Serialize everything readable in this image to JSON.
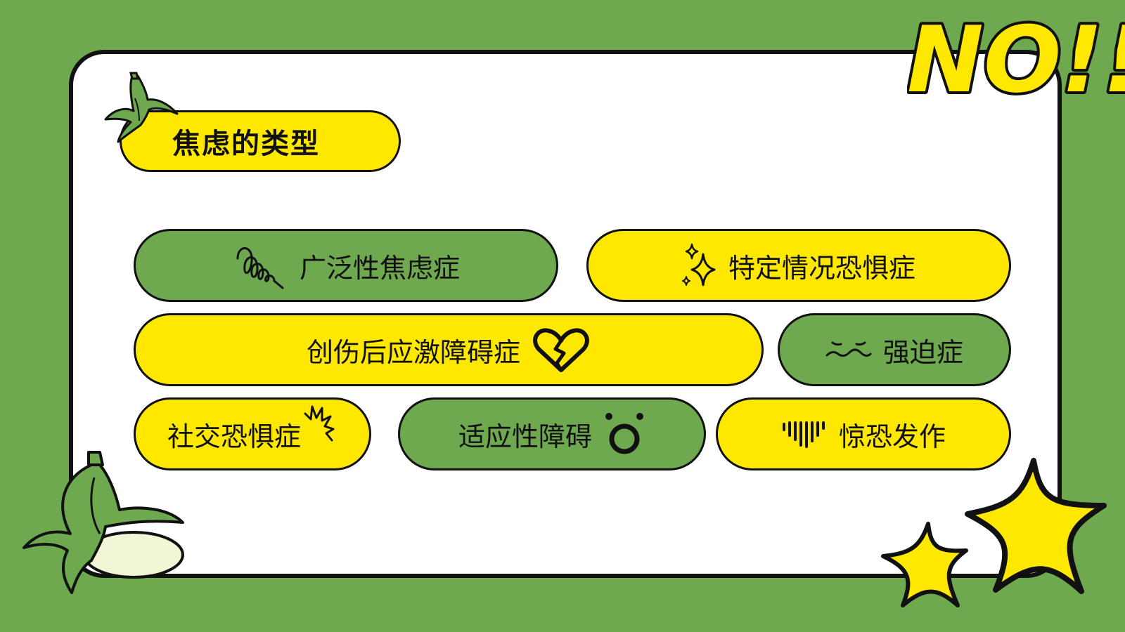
{
  "title": "焦虑的类型",
  "types": [
    {
      "label": "广泛性焦虑症",
      "icon": "scribble-coil-icon",
      "color": "green"
    },
    {
      "label": "特定情况恐惧症",
      "icon": "sparkle-icon",
      "color": "yellow"
    },
    {
      "label": "创伤后应激障碍症",
      "icon": "broken-heart-icon",
      "color": "yellow"
    },
    {
      "label": "强迫症",
      "icon": "worried-face-icon",
      "color": "green"
    },
    {
      "label": "社交恐惧症",
      "icon": "jagged-spark-icon",
      "color": "yellow"
    },
    {
      "label": "适应性障碍",
      "icon": "surprised-face-icon",
      "color": "green"
    },
    {
      "label": "惊恐发作",
      "icon": "vertical-lines-icon",
      "color": "yellow"
    }
  ],
  "decoration": {
    "exclaim_text": "NO!!"
  },
  "colors": {
    "background": "#6ea84f",
    "accent_yellow": "#ffe800",
    "outline": "#111111",
    "card": "#ffffff"
  }
}
